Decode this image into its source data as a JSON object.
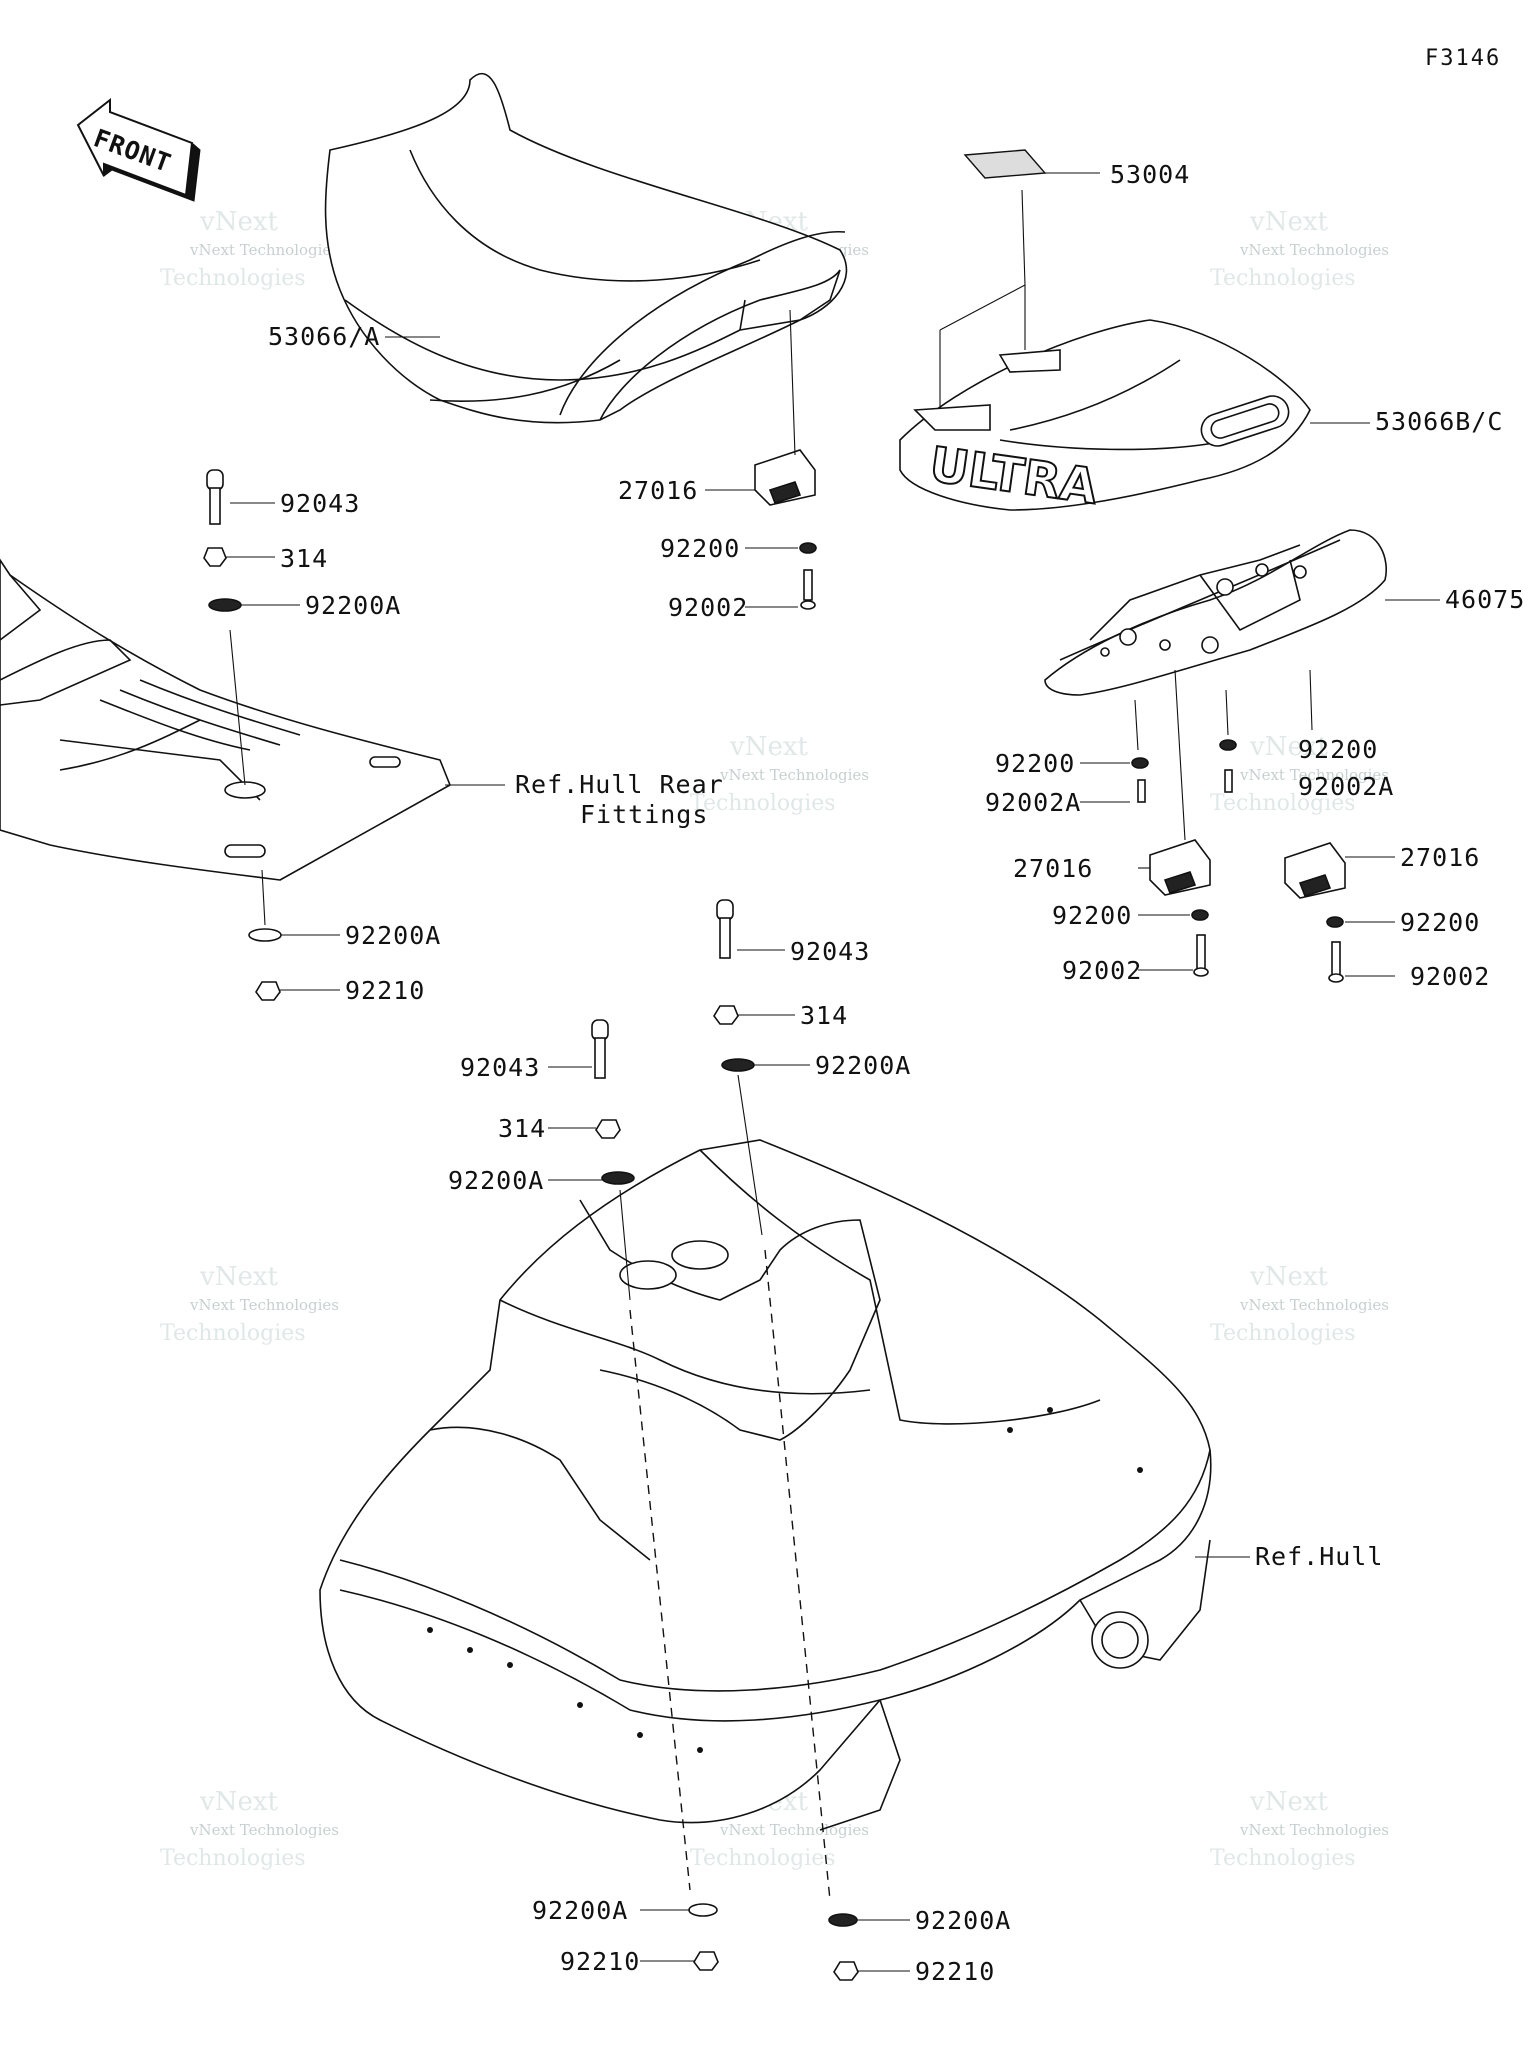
{
  "diagram_code": "F3146",
  "front_badge": "FRONT",
  "seat_badge": "ULTRA",
  "watermark": {
    "line1": "vNext Technologies",
    "line2": "vNext",
    "line3": "Technologies"
  },
  "labels": {
    "l53004": "53004",
    "l53066a": "53066/A",
    "l53066bc": "53066B/C",
    "l46075": "46075",
    "l27016_a": "27016",
    "l27016_b": "27016",
    "l27016_c": "27016",
    "l92043_a": "92043",
    "l92043_b": "92043",
    "l92043_c": "92043",
    "l314_a": "314",
    "l314_b": "314",
    "l314_c": "314",
    "l92200_a": "92200",
    "l92200_b": "92200",
    "l92200_c": "92200",
    "l92200_d": "92200",
    "l92200_e": "92200",
    "l92002_a": "92002",
    "l92002_b": "92002",
    "l92002_c": "92002",
    "l92002a_a": "92002A",
    "l92002a_b": "92002A",
    "l92200a_a": "92200A",
    "l92200a_b": "92200A",
    "l92200a_c": "92200A",
    "l92200a_d": "92200A",
    "l92200a_e": "92200A",
    "l92200a_f": "92200A",
    "l92210_a": "92210",
    "l92210_b": "92210",
    "l92210_c": "92210",
    "ref_hull_rear_1": "Ref.Hull Rear",
    "ref_hull_rear_2": "Fittings",
    "ref_hull": "Ref.Hull"
  }
}
